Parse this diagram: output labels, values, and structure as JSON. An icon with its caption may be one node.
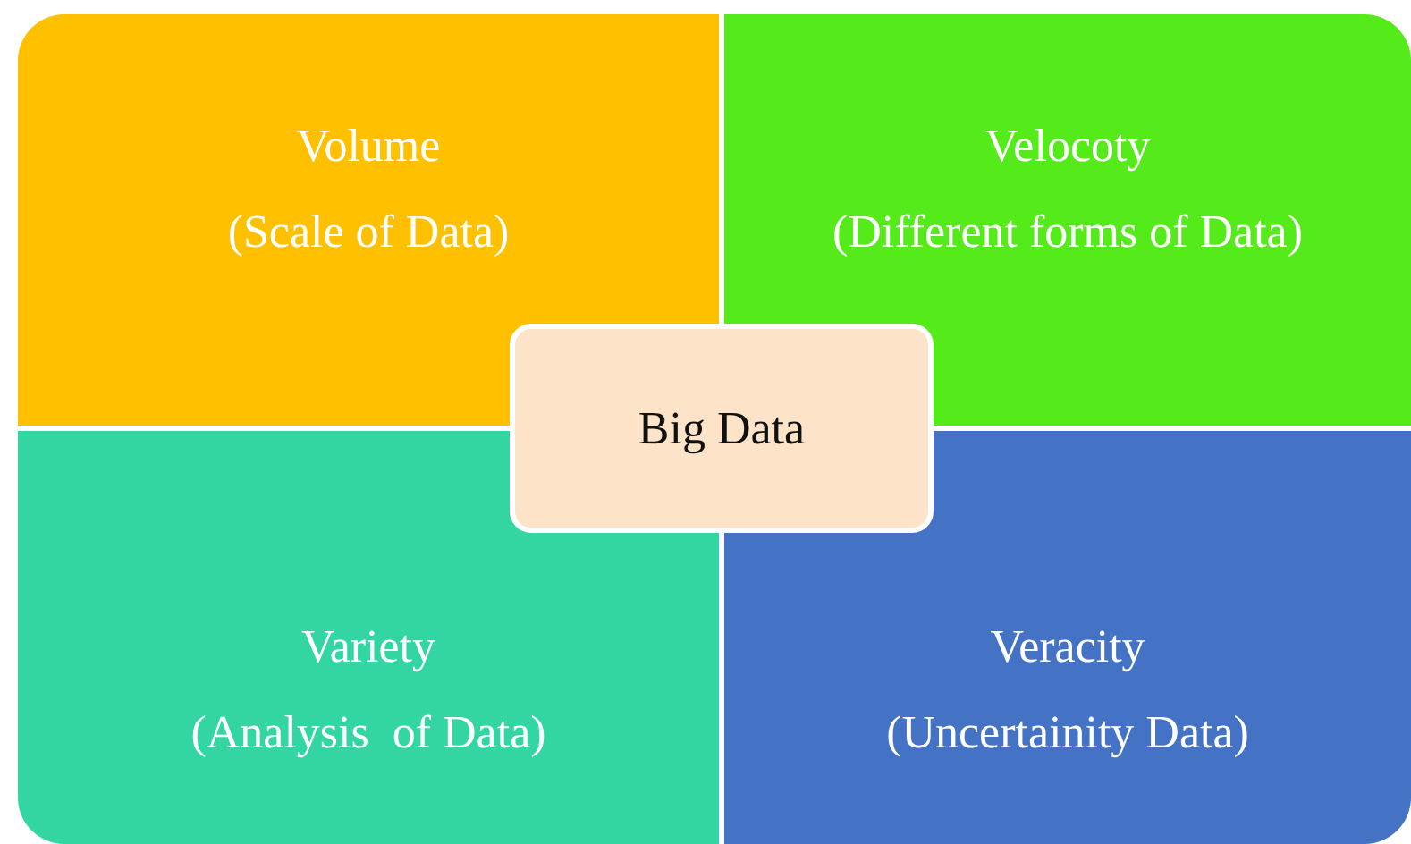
{
  "diagram": {
    "nodes": [
      {
        "text": [
          "Volume",
          "(Scale of Data)"
        ]
      },
      {
        "text": [
          "Velocoty",
          "(Different forms of Data)"
        ]
      },
      {
        "text": [
          "Variety",
          "(Analysis  of Data)"
        ]
      },
      {
        "text": [
          "Veracity",
          "(Uncertainity Data)"
        ]
      },
      {
        "text": [
          "Big Data"
        ]
      }
    ]
  }
}
